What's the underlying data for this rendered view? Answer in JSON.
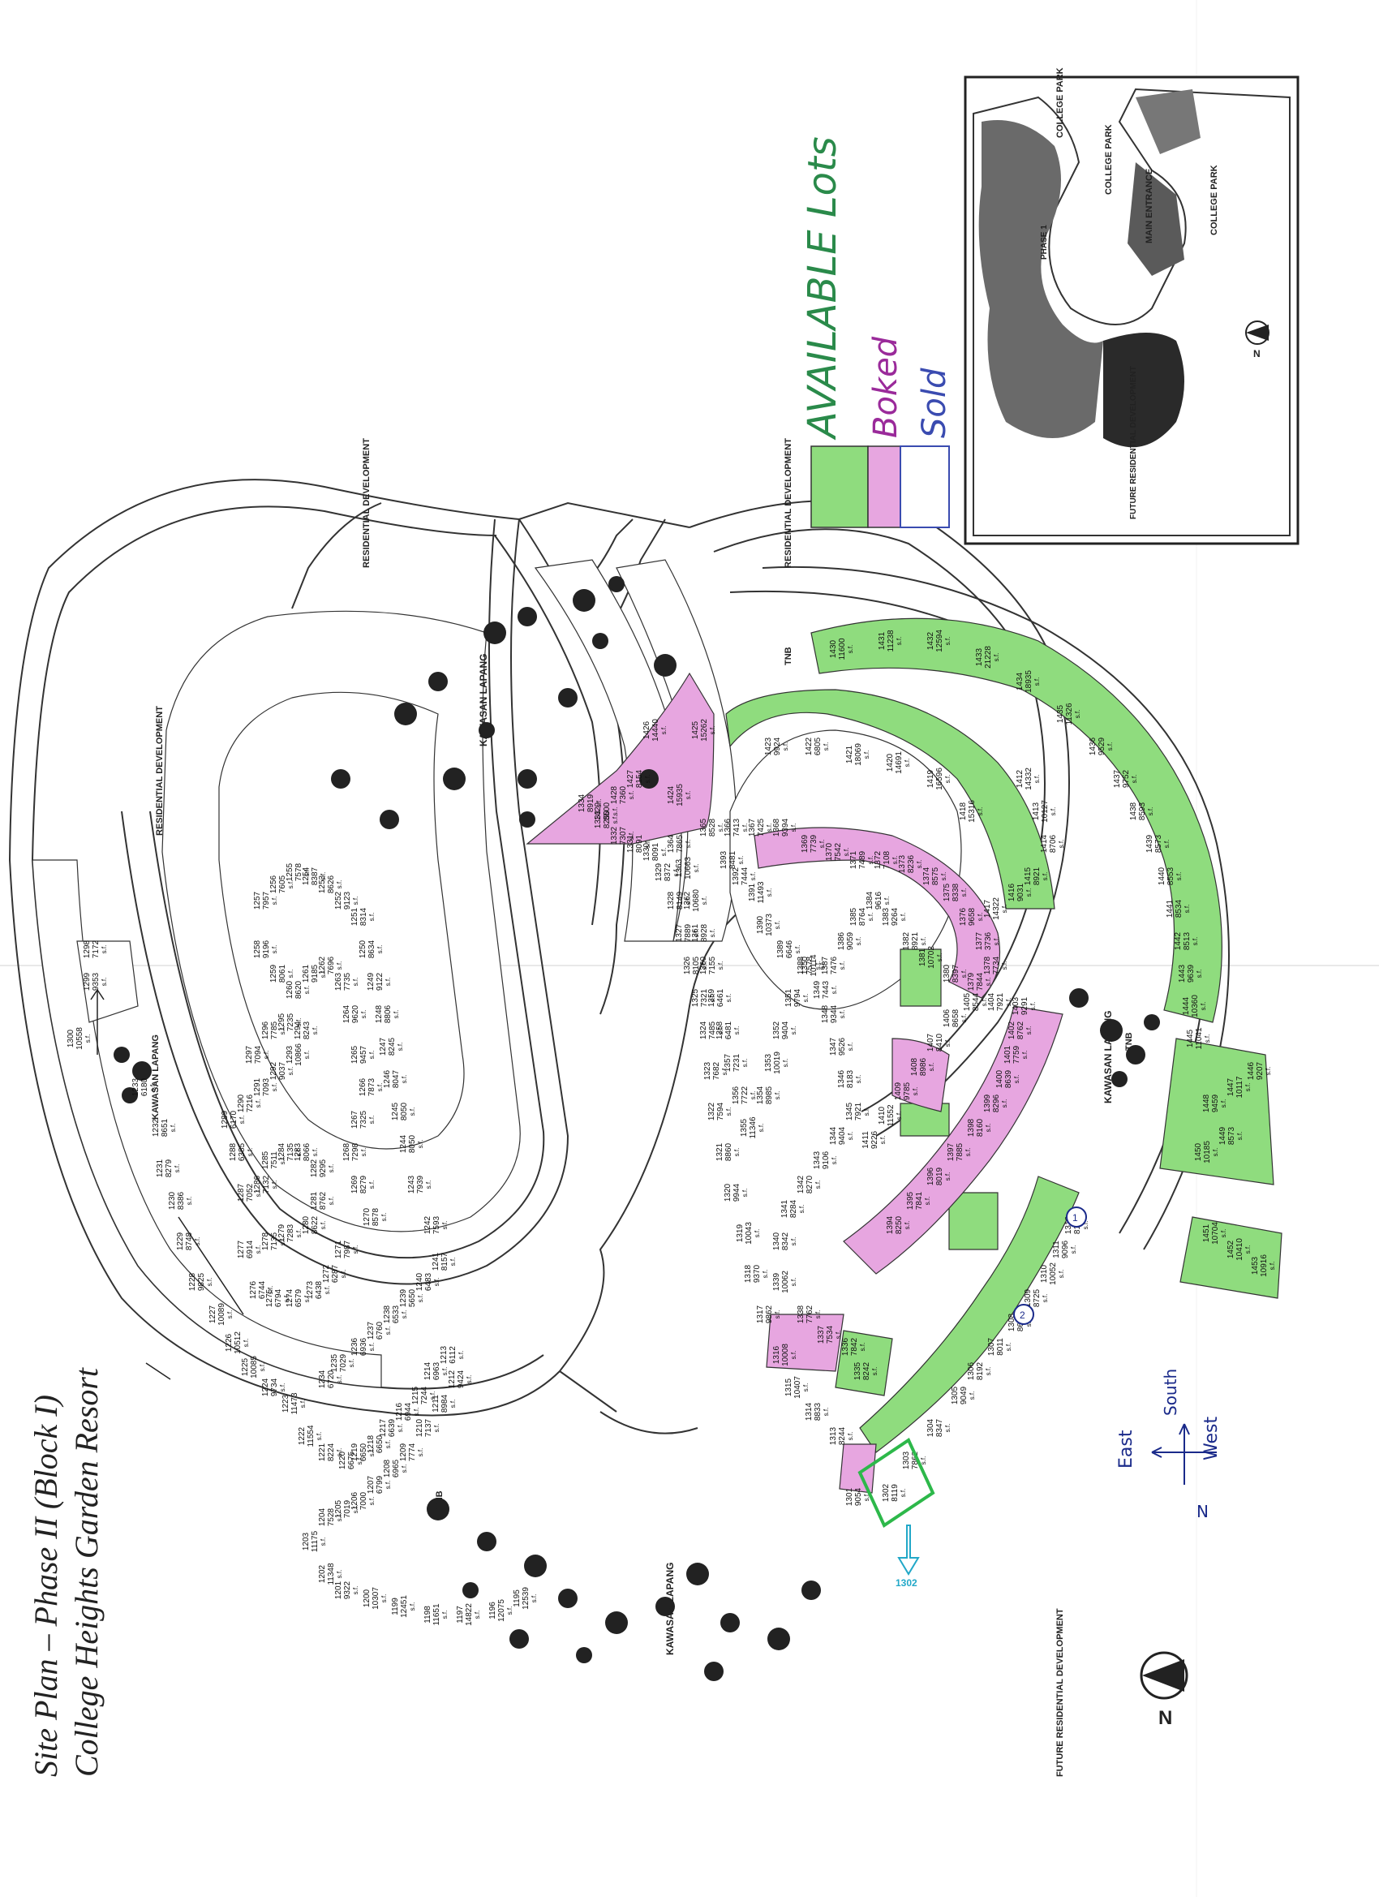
{
  "title": {
    "line1": "Site Plan – Phase II (Block I)",
    "line2": "College Heights Garden Resort"
  },
  "labels": {
    "residential_dev": "RESIDENTIAL DEVELOPMENT",
    "future_residential_dev": "FUTURE RESIDENTIAL DEVELOPMENT",
    "kawasan_lapang": "KAWASAN LAPANG",
    "tnb": "TNB",
    "north": "N",
    "sf": "s.f."
  },
  "legend": {
    "available": "AVAILABLE Lots",
    "booked": "Boked",
    "sold": "Sold",
    "colors": {
      "available": "#8fdc7e",
      "booked": "#e7a6e0",
      "sold": "#ffffff"
    }
  },
  "inset": {
    "college_park_1": "COLLEGE PARK",
    "college_park_2": "COLLEGE PARK",
    "college_park_3": "COLLEGE PARK",
    "main_entrance": "MAIN ENTRANCE",
    "phase1": "PHASE 1",
    "future_res": "FUTURE RESIDENTIAL DEVELOPMENT"
  },
  "annotations": {
    "arrow_label": "1302",
    "east": "East",
    "south": "South",
    "west": "West",
    "north_small": "N",
    "circle_1": "1",
    "circle_2": "2"
  },
  "lots": [
    {
      "id": "1300",
      "area": "10558"
    },
    {
      "id": "1299",
      "area": "9353"
    },
    {
      "id": "1298",
      "area": "7172"
    },
    {
      "id": "1233",
      "area": "6180"
    },
    {
      "id": "1232",
      "area": "8651"
    },
    {
      "id": "1231",
      "area": "8279"
    },
    {
      "id": "1230",
      "area": "8386"
    },
    {
      "id": "1229",
      "area": "8748"
    },
    {
      "id": "1228",
      "area": "9825"
    },
    {
      "id": "1227",
      "area": "10089"
    },
    {
      "id": "1226",
      "area": "10512"
    },
    {
      "id": "1225",
      "area": "10085"
    },
    {
      "id": "1224",
      "area": "9734"
    },
    {
      "id": "1223",
      "area": "11473"
    },
    {
      "id": "1222",
      "area": "11554"
    },
    {
      "id": "1221",
      "area": "8224"
    },
    {
      "id": "1220",
      "area": "6675"
    },
    {
      "id": "1219",
      "area": "6650"
    },
    {
      "id": "1218",
      "area": "6650"
    },
    {
      "id": "1217",
      "area": "6639"
    },
    {
      "id": "1216",
      "area": "6944"
    },
    {
      "id": "1215",
      "area": "7244"
    },
    {
      "id": "1214",
      "area": "6963"
    },
    {
      "id": "1213",
      "area": "6112"
    },
    {
      "id": "1212",
      "area": "9424"
    },
    {
      "id": "1211",
      "area": "8984"
    },
    {
      "id": "1210",
      "area": "7137"
    },
    {
      "id": "1209",
      "area": "7774"
    },
    {
      "id": "1208",
      "area": "6965"
    },
    {
      "id": "1207",
      "area": "6799"
    },
    {
      "id": "1206",
      "area": "7000"
    },
    {
      "id": "1205",
      "area": "7019"
    },
    {
      "id": "1204",
      "area": "7528"
    },
    {
      "id": "1203",
      "area": "11175"
    },
    {
      "id": "1202",
      "area": "11348"
    },
    {
      "id": "1201",
      "area": "9322"
    },
    {
      "id": "1200",
      "area": "10307"
    },
    {
      "id": "1199",
      "area": "12451"
    },
    {
      "id": "1198",
      "area": "11651"
    },
    {
      "id": "1197",
      "area": "14822"
    },
    {
      "id": "1196",
      "area": "12075"
    },
    {
      "id": "1195",
      "area": "12539"
    },
    {
      "id": "1301",
      "area": "9054"
    },
    {
      "id": "1302",
      "area": "8119"
    },
    {
      "id": "1303",
      "area": "7862"
    },
    {
      "id": "1304",
      "area": "8347"
    },
    {
      "id": "1305",
      "area": "9049"
    },
    {
      "id": "1306",
      "area": "8192"
    },
    {
      "id": "1307",
      "area": "8011"
    },
    {
      "id": "1308",
      "area": "8684"
    },
    {
      "id": "1309",
      "area": "8725"
    },
    {
      "id": "1310",
      "area": "10052"
    },
    {
      "id": "1311",
      "area": "9096"
    },
    {
      "id": "1312",
      "area": "8167"
    },
    {
      "id": "1313",
      "area": "8244"
    },
    {
      "id": "1314",
      "area": "8833"
    },
    {
      "id": "1315",
      "area": "10407"
    },
    {
      "id": "1316",
      "area": "10008"
    },
    {
      "id": "1317",
      "area": "9862"
    },
    {
      "id": "1318",
      "area": "9370"
    },
    {
      "id": "1319",
      "area": "10043"
    },
    {
      "id": "1320",
      "area": "9944"
    },
    {
      "id": "1321",
      "area": "8860"
    },
    {
      "id": "1322",
      "area": "7594"
    },
    {
      "id": "1323",
      "area": "7682"
    },
    {
      "id": "1324",
      "area": "7485"
    },
    {
      "id": "1325",
      "area": "7321"
    },
    {
      "id": "1326",
      "area": "8105"
    },
    {
      "id": "1327",
      "area": "7889"
    },
    {
      "id": "1328",
      "area": "8149"
    },
    {
      "id": "1329",
      "area": "8372"
    },
    {
      "id": "1330",
      "area": "8091"
    },
    {
      "id": "1331",
      "area": "8091"
    },
    {
      "id": "1332",
      "area": "7307"
    },
    {
      "id": "1333",
      "area": "8250"
    },
    {
      "id": "1334",
      "area": "8919"
    },
    {
      "id": "1335",
      "area": "8242"
    },
    {
      "id": "1336",
      "area": "7842"
    },
    {
      "id": "1337",
      "area": "7534"
    },
    {
      "id": "1338",
      "area": "7762"
    },
    {
      "id": "1339",
      "area": "10062"
    },
    {
      "id": "1340",
      "area": "8342"
    },
    {
      "id": "1341",
      "area": "8284"
    },
    {
      "id": "1342",
      "area": "8270"
    },
    {
      "id": "1343",
      "area": "9106"
    },
    {
      "id": "1344",
      "area": "9404"
    },
    {
      "id": "1345",
      "area": "7921"
    },
    {
      "id": "1346",
      "area": "8183"
    },
    {
      "id": "1347",
      "area": "9526"
    },
    {
      "id": "1348",
      "area": "9344"
    },
    {
      "id": "1349",
      "area": "7443"
    },
    {
      "id": "1350",
      "area": "10114"
    },
    {
      "id": "1351",
      "area": "9794"
    },
    {
      "id": "1352",
      "area": "9404"
    },
    {
      "id": "1353",
      "area": "10019"
    },
    {
      "id": "1354",
      "area": "8985"
    },
    {
      "id": "1355",
      "area": "11346"
    },
    {
      "id": "1356",
      "area": "7722"
    },
    {
      "id": "1357",
      "area": "7231"
    },
    {
      "id": "1358",
      "area": "6481"
    },
    {
      "id": "1359",
      "area": "6461"
    },
    {
      "id": "1360",
      "area": "7155"
    },
    {
      "id": "1361",
      "area": "8928"
    },
    {
      "id": "1362",
      "area": "10680"
    },
    {
      "id": "1363",
      "area": "10663"
    },
    {
      "id": "1364",
      "area": "7865"
    },
    {
      "id": "1365",
      "area": "8528"
    },
    {
      "id": "1366",
      "area": "7413"
    },
    {
      "id": "1367",
      "area": "7425"
    },
    {
      "id": "1368",
      "area": "9394"
    },
    {
      "id": "1369",
      "area": "7739"
    },
    {
      "id": "1370",
      "area": "7542"
    },
    {
      "id": "1371",
      "area": "7489"
    },
    {
      "id": "1372",
      "area": "7108"
    },
    {
      "id": "1373",
      "area": "8236"
    },
    {
      "id": "1374",
      "area": "8575"
    },
    {
      "id": "1375",
      "area": "8338"
    },
    {
      "id": "1376",
      "area": "9658"
    },
    {
      "id": "1377",
      "area": "3736"
    },
    {
      "id": "1378",
      "area": "7734"
    },
    {
      "id": "1379",
      "area": "7844"
    },
    {
      "id": "1380",
      "area": "8397"
    },
    {
      "id": "1381",
      "area": "10702"
    },
    {
      "id": "1382",
      "area": "8921"
    },
    {
      "id": "1383",
      "area": "9264"
    },
    {
      "id": "1384",
      "area": "9616"
    },
    {
      "id": "1385",
      "area": "8764"
    },
    {
      "id": "1386",
      "area": "9059"
    },
    {
      "id": "1387",
      "area": "7476"
    },
    {
      "id": "1388",
      "area": "7578"
    },
    {
      "id": "1389",
      "area": "6646"
    },
    {
      "id": "1390",
      "area": "10373"
    },
    {
      "id": "1391",
      "area": "11493"
    },
    {
      "id": "1392",
      "area": "7444"
    },
    {
      "id": "1393",
      "area": "8481"
    },
    {
      "id": "1394",
      "area": "8250"
    },
    {
      "id": "1395",
      "area": "7841"
    },
    {
      "id": "1396",
      "area": "8019"
    },
    {
      "id": "1397",
      "area": "7885"
    },
    {
      "id": "1398",
      "area": "8160"
    },
    {
      "id": "1399",
      "area": "8296"
    },
    {
      "id": "1400",
      "area": "8639"
    },
    {
      "id": "1401",
      "area": "7759"
    },
    {
      "id": "1402",
      "area": "8762"
    },
    {
      "id": "1403",
      "area": "9291"
    },
    {
      "id": "1404",
      "area": "7921"
    },
    {
      "id": "1405",
      "area": "8544"
    },
    {
      "id": "1406",
      "area": "8658"
    },
    {
      "id": "1407",
      "area": "8410"
    },
    {
      "id": "1408",
      "area": "8986"
    },
    {
      "id": "1409",
      "area": "9785"
    },
    {
      "id": "1410",
      "area": "11552"
    },
    {
      "id": "1411",
      "area": "9226"
    },
    {
      "id": "1412",
      "area": "14332"
    },
    {
      "id": "1413",
      "area": "10127"
    },
    {
      "id": "1414",
      "area": "8706"
    },
    {
      "id": "1415",
      "area": "8921"
    },
    {
      "id": "1416",
      "area": "9031"
    },
    {
      "id": "1417",
      "area": "14322"
    },
    {
      "id": "1418",
      "area": "15316"
    },
    {
      "id": "1419",
      "area": "16596"
    },
    {
      "id": "1420",
      "area": "14691"
    },
    {
      "id": "1421",
      "area": "18069"
    },
    {
      "id": "1422",
      "area": "6805"
    },
    {
      "id": "1423",
      "area": "9924"
    },
    {
      "id": "1424",
      "area": "15935"
    },
    {
      "id": "1425",
      "area": "15262"
    },
    {
      "id": "1426",
      "area": "14440"
    },
    {
      "id": "1427",
      "area": "8154"
    },
    {
      "id": "1428",
      "area": "7360"
    },
    {
      "id": "1429",
      "area": "8500"
    },
    {
      "id": "1430",
      "area": "11600"
    },
    {
      "id": "1431",
      "area": "11238"
    },
    {
      "id": "1432",
      "area": "12594"
    },
    {
      "id": "1433",
      "area": "21228"
    },
    {
      "id": "1434",
      "area": "18935"
    },
    {
      "id": "1435",
      "area": "11326"
    },
    {
      "id": "1436",
      "area": "9529"
    },
    {
      "id": "1437",
      "area": "9752"
    },
    {
      "id": "1438",
      "area": "8593"
    },
    {
      "id": "1439",
      "area": "8573"
    },
    {
      "id": "1440",
      "area": "8553"
    },
    {
      "id": "1441",
      "area": "8534"
    },
    {
      "id": "1442",
      "area": "8513"
    },
    {
      "id": "1443",
      "area": "9639"
    },
    {
      "id": "1444",
      "area": "10360"
    },
    {
      "id": "1445",
      "area": "11041"
    },
    {
      "id": "1446",
      "area": "9207"
    },
    {
      "id": "1447",
      "area": "10117"
    },
    {
      "id": "1448",
      "area": "9459"
    },
    {
      "id": "1449",
      "area": "8573"
    },
    {
      "id": "1450",
      "area": "10185"
    },
    {
      "id": "1451",
      "area": "10704"
    },
    {
      "id": "1452",
      "area": "10410"
    },
    {
      "id": "1453",
      "area": "10916"
    },
    {
      "id": "1234",
      "area": "6720"
    },
    {
      "id": "1235",
      "area": "7029"
    },
    {
      "id": "1236",
      "area": "6936"
    },
    {
      "id": "1237",
      "area": "6760"
    },
    {
      "id": "1238",
      "area": "6533"
    },
    {
      "id": "1239",
      "area": "5650"
    },
    {
      "id": "1240",
      "area": "6483"
    },
    {
      "id": "1241",
      "area": "8157"
    },
    {
      "id": "1242",
      "area": "7593"
    },
    {
      "id": "1243",
      "area": "7939"
    },
    {
      "id": "1244",
      "area": "8050"
    },
    {
      "id": "1245",
      "area": "8050"
    },
    {
      "id": "1246",
      "area": "8047"
    },
    {
      "id": "1247",
      "area": "8245"
    },
    {
      "id": "1248",
      "area": "8806"
    },
    {
      "id": "1249",
      "area": "9122"
    },
    {
      "id": "1250",
      "area": "8634"
    },
    {
      "id": "1251",
      "area": "8314"
    },
    {
      "id": "1252",
      "area": "9123"
    },
    {
      "id": "1253",
      "area": "8626"
    },
    {
      "id": "1254",
      "area": "8387"
    },
    {
      "id": "1255",
      "area": "7578"
    },
    {
      "id": "1256",
      "area": "7605"
    },
    {
      "id": "1257",
      "area": "7957"
    },
    {
      "id": "1258",
      "area": "9196"
    },
    {
      "id": "1259",
      "area": "8061"
    },
    {
      "id": "1260",
      "area": "8620"
    },
    {
      "id": "1261",
      "area": "9185"
    },
    {
      "id": "1262",
      "area": "7696"
    },
    {
      "id": "1263",
      "area": "7735"
    },
    {
      "id": "1264",
      "area": "9620"
    },
    {
      "id": "1265",
      "area": "9457"
    },
    {
      "id": "1266",
      "area": "7873"
    },
    {
      "id": "1267",
      "area": "7325"
    },
    {
      "id": "1268",
      "area": "7298"
    },
    {
      "id": "1269",
      "area": "8279"
    },
    {
      "id": "1270",
      "area": "8578"
    },
    {
      "id": "1271",
      "area": "7987"
    },
    {
      "id": "1272",
      "area": "6287"
    },
    {
      "id": "1273",
      "area": "6438"
    },
    {
      "id": "1274",
      "area": "6579"
    },
    {
      "id": "1275",
      "area": "6794"
    },
    {
      "id": "1276",
      "area": "6744"
    },
    {
      "id": "1277",
      "area": "6914"
    },
    {
      "id": "1278",
      "area": "7135"
    },
    {
      "id": "1279",
      "area": "7283"
    },
    {
      "id": "1280",
      "area": "8622"
    },
    {
      "id": "1281",
      "area": "8762"
    },
    {
      "id": "1282",
      "area": "9295"
    },
    {
      "id": "1283",
      "area": "8066"
    },
    {
      "id": "1284",
      "area": "7135"
    },
    {
      "id": "1285",
      "area": "7511"
    },
    {
      "id": "1286",
      "area": "7132"
    },
    {
      "id": "1287",
      "area": "7052"
    },
    {
      "id": "1288",
      "area": "6385"
    },
    {
      "id": "1289",
      "area": "6170"
    },
    {
      "id": "1290",
      "area": "7216"
    },
    {
      "id": "1291",
      "area": "7093"
    },
    {
      "id": "1292",
      "area": "9037"
    },
    {
      "id": "1293",
      "area": "10866"
    },
    {
      "id": "1294",
      "area": "8243"
    },
    {
      "id": "1295",
      "area": "7235"
    },
    {
      "id": "1296",
      "area": "7785"
    },
    {
      "id": "1297",
      "area": "7094"
    }
  ]
}
